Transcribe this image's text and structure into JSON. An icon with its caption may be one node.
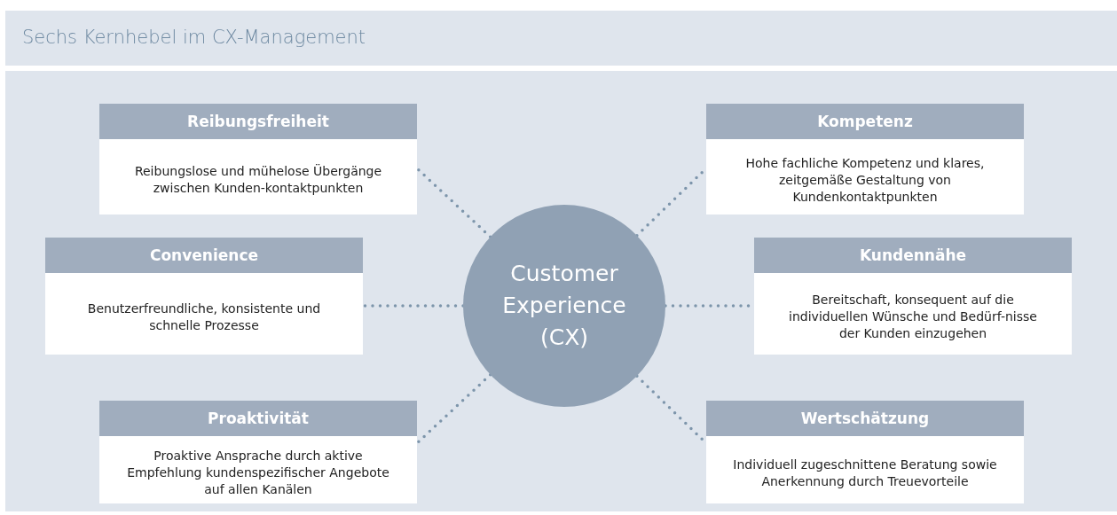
{
  "diagram": {
    "title": "Sechs Kernhebel im CX-Management",
    "nodes": [
      {
        "text": [
          "Reibungsfreiheit",
          "Reibungslose und mühelose Übergänge zwischen Kunden-kontaktpunkten"
        ]
      },
      {
        "text": [
          "Kompetenz",
          "Hohe fachliche Kompetenz und klares, zeitgemäße Gestaltung von Kundenkontaktpunkten"
        ]
      },
      {
        "text": [
          "Convenience",
          "Benutzerfreundliche, konsistente und schnelle Prozesse"
        ]
      },
      {
        "text": [
          "Customer Experience (CX)"
        ]
      },
      {
        "text": [
          "Kundennähe",
          "Bereitschaft, konsequent auf die individuellen Wünsche und Bedürf-nisse der Kunden einzugehen"
        ]
      },
      {
        "text": [
          "Proaktivität",
          "Proaktive Ansprache durch aktive Empfehlung kundenspezifischer Angebote auf allen Kanälen"
        ]
      },
      {
        "text": [
          "Wertschätzung",
          "Individuell zugeschnittene Beratung sowie Anerkennung durch Treuevorteile"
        ]
      }
    ],
    "edges": [
      {
        "from": 3,
        "to": 0,
        "arrow": "none"
      },
      {
        "from": 3,
        "to": 1,
        "arrow": "none"
      },
      {
        "from": 3,
        "to": 2,
        "arrow": "none"
      },
      {
        "from": 3,
        "to": 4,
        "arrow": "none"
      },
      {
        "from": 3,
        "to": 5,
        "arrow": "none"
      },
      {
        "from": 3,
        "to": 6,
        "arrow": "none"
      }
    ]
  }
}
